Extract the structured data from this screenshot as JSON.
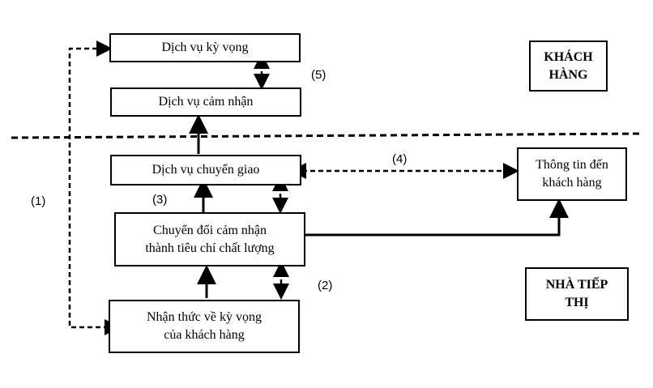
{
  "boxes": {
    "expected_service": [
      "Dịch vụ kỳ vọng"
    ],
    "perceived_service": [
      "Dịch vụ cảm nhận"
    ],
    "customer": [
      "KHÁCH",
      "HÀNG"
    ],
    "delivered_service": [
      "Dịch vụ chuyển giao"
    ],
    "info_to_customer": [
      "Thông tin đến",
      "khách hàng"
    ],
    "translation": [
      "Chuyển đổi cảm nhận",
      "thành tiêu chí chất lượng"
    ],
    "marketer": [
      "NHÀ TIẾP",
      "THỊ"
    ],
    "awareness": [
      "Nhận thức về kỳ vọng",
      "của khách hàng"
    ]
  },
  "gap_labels": {
    "gap1": "(1)",
    "gap2": "(2)",
    "gap3": "(3)",
    "gap4": "(4)",
    "gap5": "(5)"
  }
}
